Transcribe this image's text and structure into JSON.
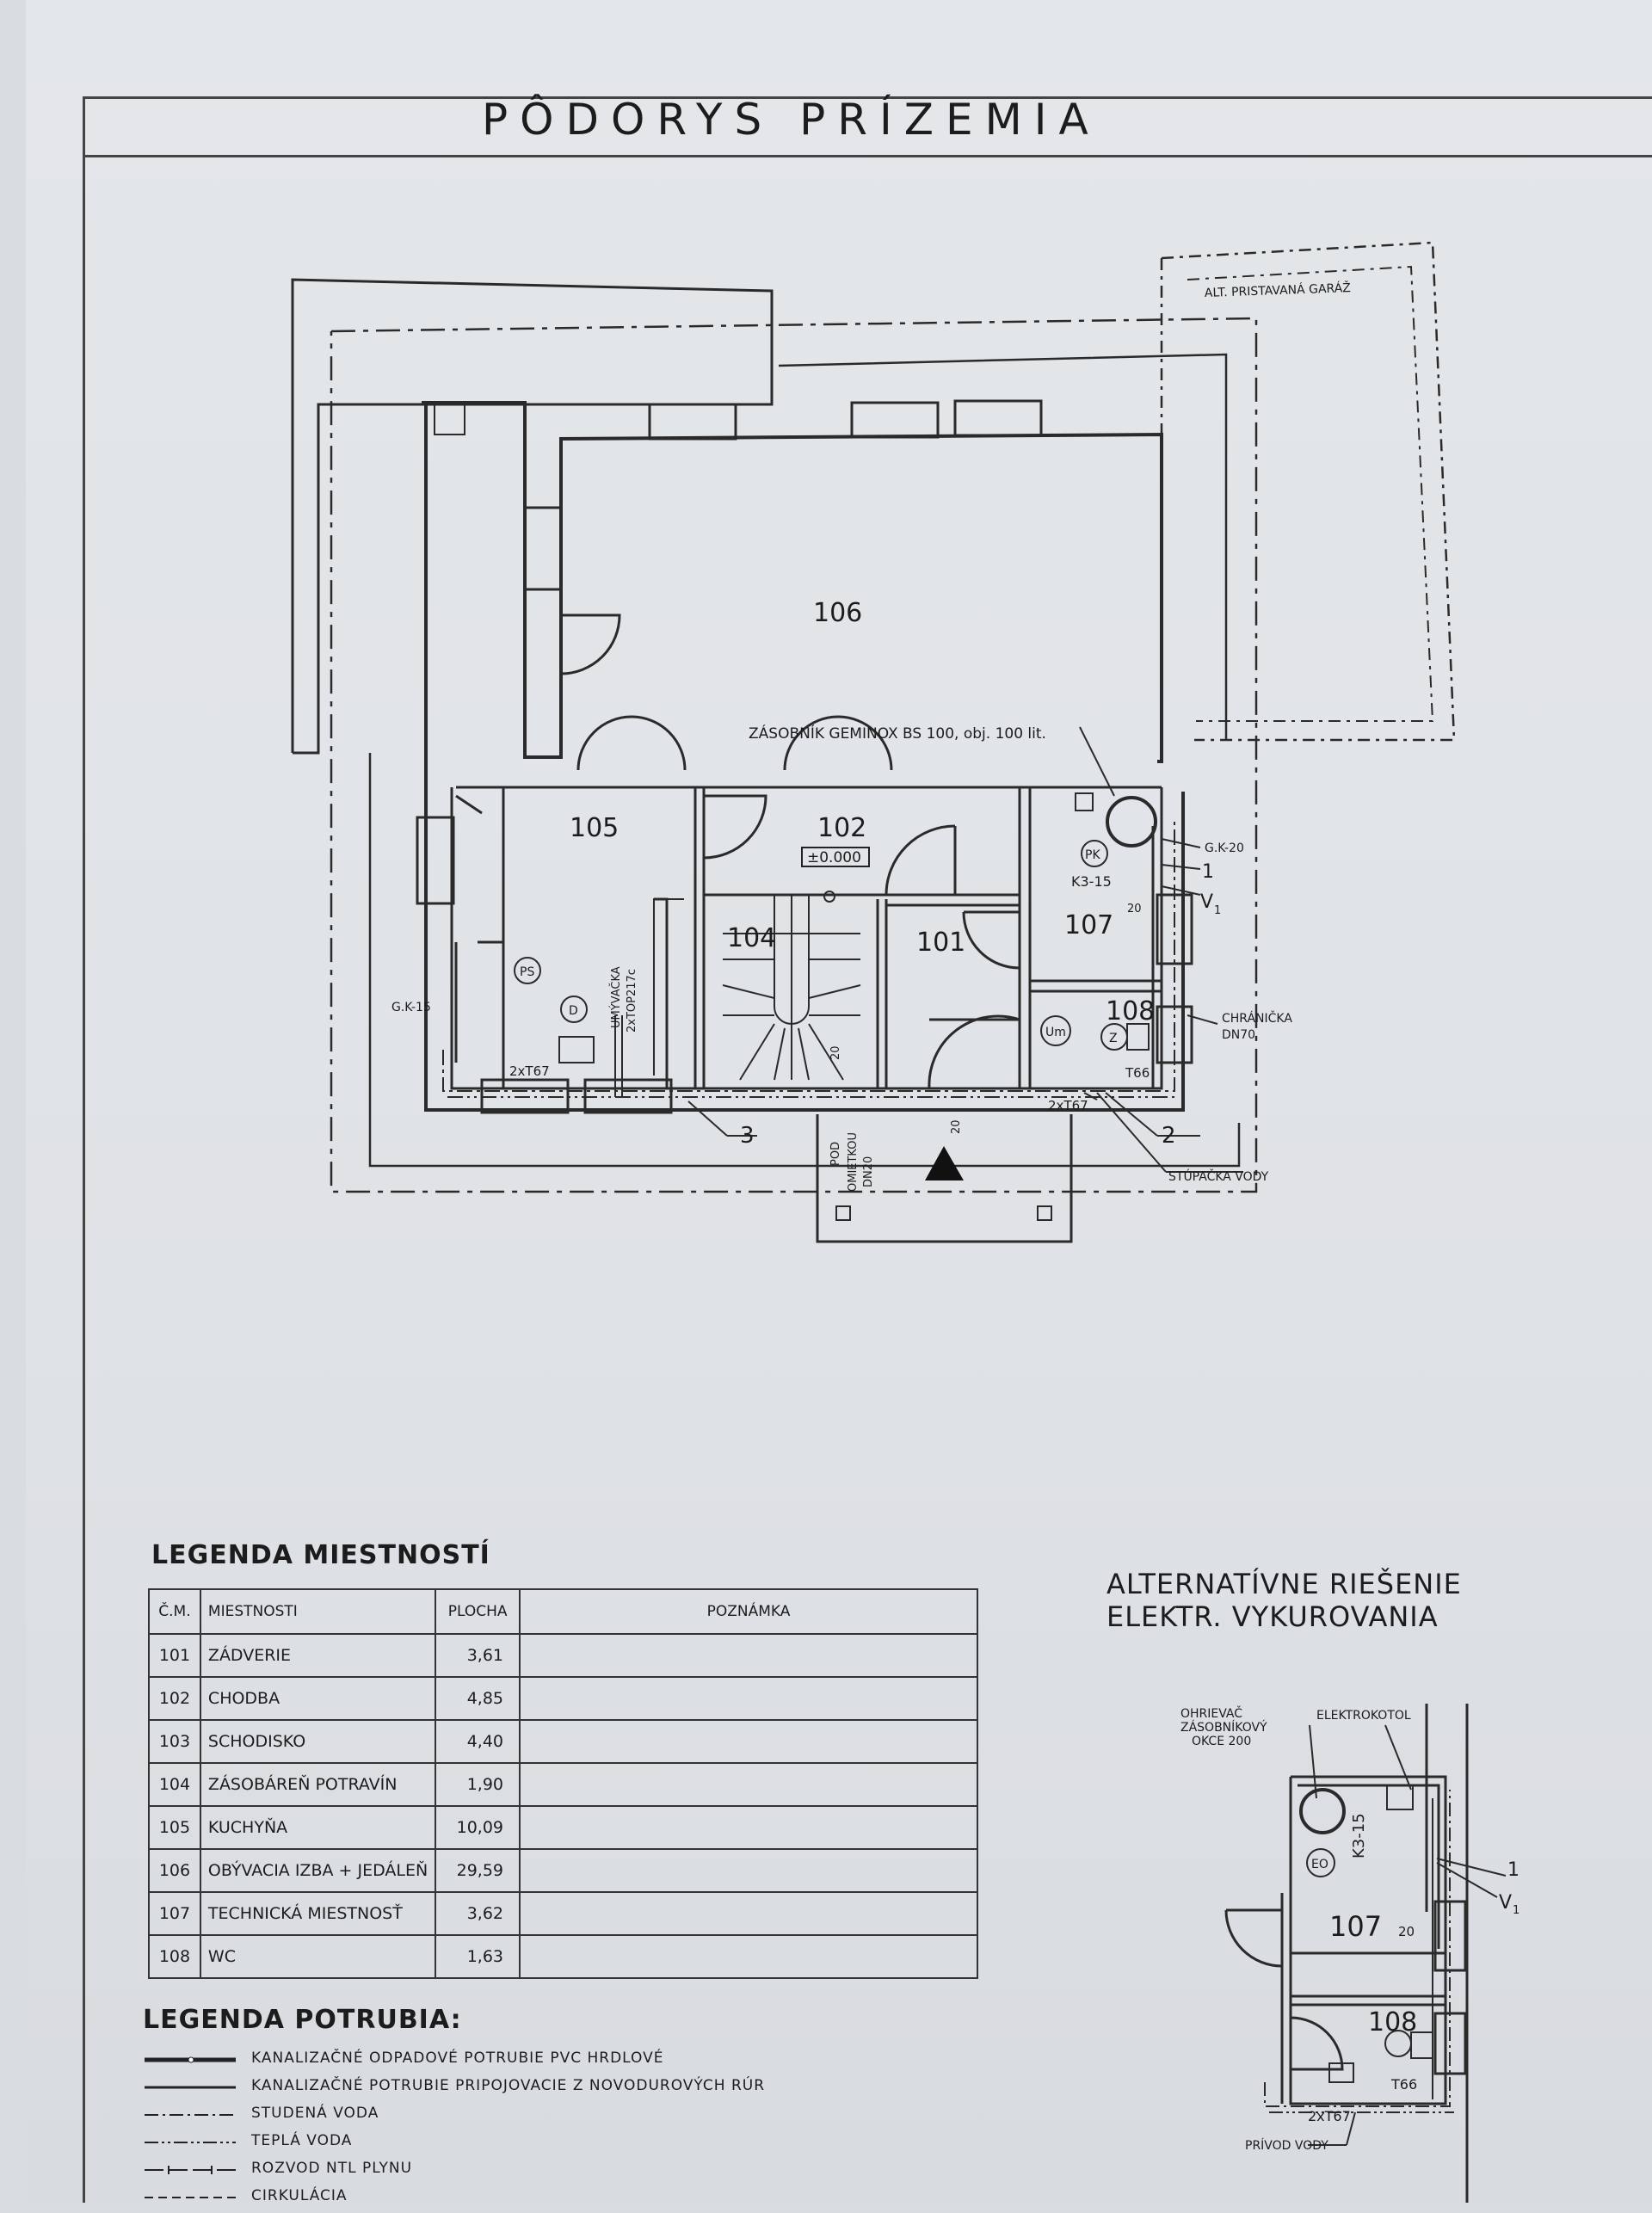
{
  "title": "PÔDORYS PRÍZEMIA",
  "plan": {
    "rooms": {
      "r106": "106",
      "r105": "105",
      "r102": "102",
      "r104": "104",
      "r101": "101",
      "r107": "107",
      "r108": "108"
    },
    "level_mark": "±0.000",
    "tank_note": "ZÁSOBNÍK GEMINOX BS 100, obj. 100 lit.",
    "garage_note": "ALT. PRISTAVANÁ GARÁŽ",
    "labels": {
      "gk20": "G.K-20",
      "gk15": "G.K-15",
      "k315": "K3-15",
      "pk": "PK",
      "ps": "PS",
      "d": "D",
      "um": "Um",
      "z": "Z",
      "t66": "T66",
      "t67_left": "2xT67",
      "t67_right": "2xT67",
      "umyvacka": "UMÝVAČKA",
      "umyvacka_pipe": "2xTOP217c",
      "chranicka": "CHRÁNIČKA",
      "dn70": "DN70",
      "stupacka": "STÚPAČKA VODY",
      "pod": "POD",
      "omietkou": "OMIETKOU",
      "dn20": "DN20",
      "n1": "1",
      "v1": "V",
      "v1_sub": "1",
      "n2": "2",
      "n3": "3",
      "d20a": "20",
      "d20b": "20",
      "d20c": "20"
    }
  },
  "legend_rooms": {
    "title": "LEGENDA MIESTNOSTÍ",
    "headers": [
      "Č.M.",
      "MIESTNOSTI",
      "PLOCHA",
      "POZNÁMKA"
    ],
    "rows": [
      {
        "num": "101",
        "name": "ZÁDVERIE",
        "area": "3,61",
        "note": ""
      },
      {
        "num": "102",
        "name": "CHODBA",
        "area": "4,85",
        "note": ""
      },
      {
        "num": "103",
        "name": "SCHODISKO",
        "area": "4,40",
        "note": ""
      },
      {
        "num": "104",
        "name": "ZÁSOBÁREŇ POTRAVÍN",
        "area": "1,90",
        "note": ""
      },
      {
        "num": "105",
        "name": "KUCHYŇA",
        "area": "10,09",
        "note": ""
      },
      {
        "num": "106",
        "name": "OBÝVACIA IZBA + JEDÁLEŇ",
        "area": "29,59",
        "note": ""
      },
      {
        "num": "107",
        "name": "TECHNICKÁ MIESTNOSŤ",
        "area": "3,62",
        "note": ""
      },
      {
        "num": "108",
        "name": "WC",
        "area": "1,63",
        "note": ""
      }
    ]
  },
  "legend_pipes": {
    "title": "LEGENDA POTRUBIA:",
    "items": [
      {
        "style": "solid-heavy",
        "label": "KANALIZAČNÉ ODPADOVÉ POTRUBIE PVC HRDLOVÉ"
      },
      {
        "style": "solid",
        "label": "KANALIZAČNÉ POTRUBIE PRIPOJOVACIE Z NOVODUROVÝCH RÚR"
      },
      {
        "style": "dash-dot",
        "label": "STUDENÁ VODA"
      },
      {
        "style": "dash-dot-dot",
        "label": "TEPLÁ VODA"
      },
      {
        "style": "gas",
        "label": "ROZVOD NTL PLYNU"
      },
      {
        "style": "dashed",
        "label": "CIRKULÁCIA"
      }
    ]
  },
  "alternative": {
    "title_line1": "ALTERNATÍVNE RIEŠENIE",
    "title_line2": "ELEKTR. VYKUROVANIA",
    "labels": {
      "ohrievac": "OHRIEVAČ",
      "zasobnikovy": "ZÁSOBNÍKOVÝ",
      "okce": "OKCE 200",
      "elektrokotol": "ELEKTROKOTOL",
      "eo": "EO",
      "k315": "K3-15",
      "r107": "107",
      "r108": "108",
      "d20": "20",
      "t66": "T66",
      "t67": "2xT67",
      "n1": "1",
      "v1": "V",
      "v1_sub": "1",
      "privod": "PRÍVOD VODY"
    }
  }
}
